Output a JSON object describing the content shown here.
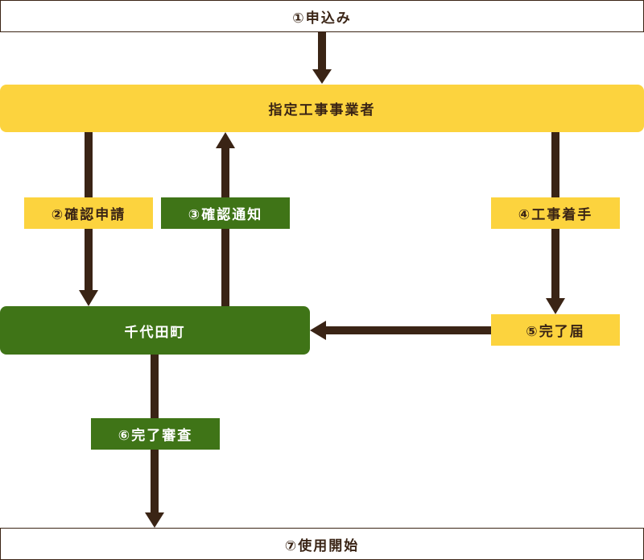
{
  "nodes": {
    "application": "①申込み",
    "contractor": "指定工事事業者",
    "town": "千代田町",
    "start_use": "⑦使用開始"
  },
  "labels": {
    "confirm_request": "②確認申請",
    "confirm_notice": "③確認通知",
    "construction_start": "④工事着手",
    "completion_report": "⑤完了届",
    "completion_inspection": "⑥完了審査"
  },
  "colors": {
    "arrow": "#3a2415",
    "yellow": "#fcd33e",
    "green": "#3f7417"
  }
}
